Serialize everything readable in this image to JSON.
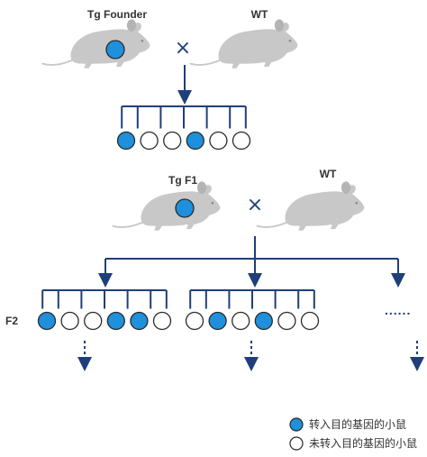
{
  "labels": {
    "tg_founder": "Tg Founder",
    "wt_top": "WT",
    "tg_f1": "Tg F1",
    "wt_mid": "WT",
    "cross_symbol": "×",
    "f2": "F2",
    "ellipsis": "......"
  },
  "legend": {
    "filled": "转入目的基因的小鼠",
    "empty": "未转入目的基因的小鼠"
  },
  "colors": {
    "line": "#1f3f7a",
    "mouse": "#c8c8c8",
    "filled": "#1e90dc",
    "empty": "#ffffff",
    "outline": "#2a2a2a"
  },
  "icons": [
    "mouse-icon",
    "cross-icon",
    "arrow-down-icon",
    "dashed-arrow-icon"
  ],
  "progeny": {
    "f1": [
      true,
      false,
      false,
      true,
      false,
      false
    ],
    "f2_group1": [
      true,
      false,
      false,
      true,
      true,
      false
    ],
    "f2_group2": [
      false,
      true,
      false,
      true,
      false,
      false
    ]
  }
}
